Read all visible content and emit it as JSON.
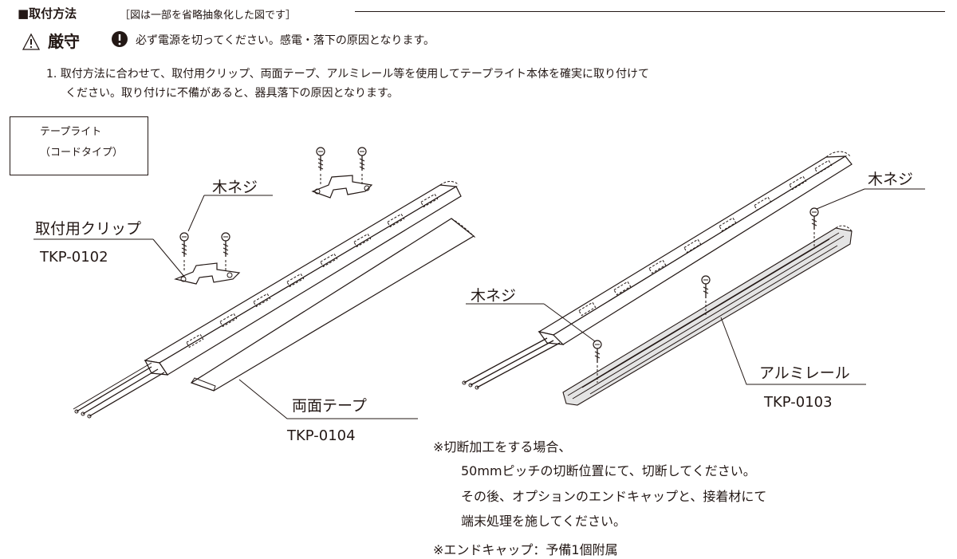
{
  "header": {
    "title": "■取付方法",
    "note": "［図は一部を省略抽象化した図です］"
  },
  "warning": {
    "label": "厳守",
    "text": "必ず電源を切ってください。感電・落下の原因となります。"
  },
  "instruction": {
    "line1": "1.  取付方法に合わせて、取付用クリップ、両面テープ、アルミレール等を使用してテープライト本体を確実に取り付けて",
    "line2": "ください。取り付けに不備があると、器具落下の原因となります。"
  },
  "product_box": {
    "line1": "テープライト",
    "line2": "（コードタイプ）"
  },
  "labels": {
    "wood_screw": "木ネジ",
    "clip": "取付用クリップ",
    "clip_code": "TKP-0102",
    "tape": "両面テープ",
    "tape_code": "TKP-0104",
    "rail": "アルミレール",
    "rail_code": "TKP-0103"
  },
  "notes": {
    "line1": "※切断加工をする場合、",
    "line2": "50mmピッチの切断位置にて、切断してください。",
    "line3": "その後、オプションのエンドキャップと、接着材にて",
    "line4": "端末処理を施してください。",
    "line5": "※エンドキャップ：予備1個附属"
  },
  "colors": {
    "ink": "#231815",
    "rail_fill": "#e4e4e4"
  },
  "icons": [
    "warning-triangle-icon",
    "exclamation-circle-icon",
    "screw-icon",
    "clip-icon"
  ]
}
